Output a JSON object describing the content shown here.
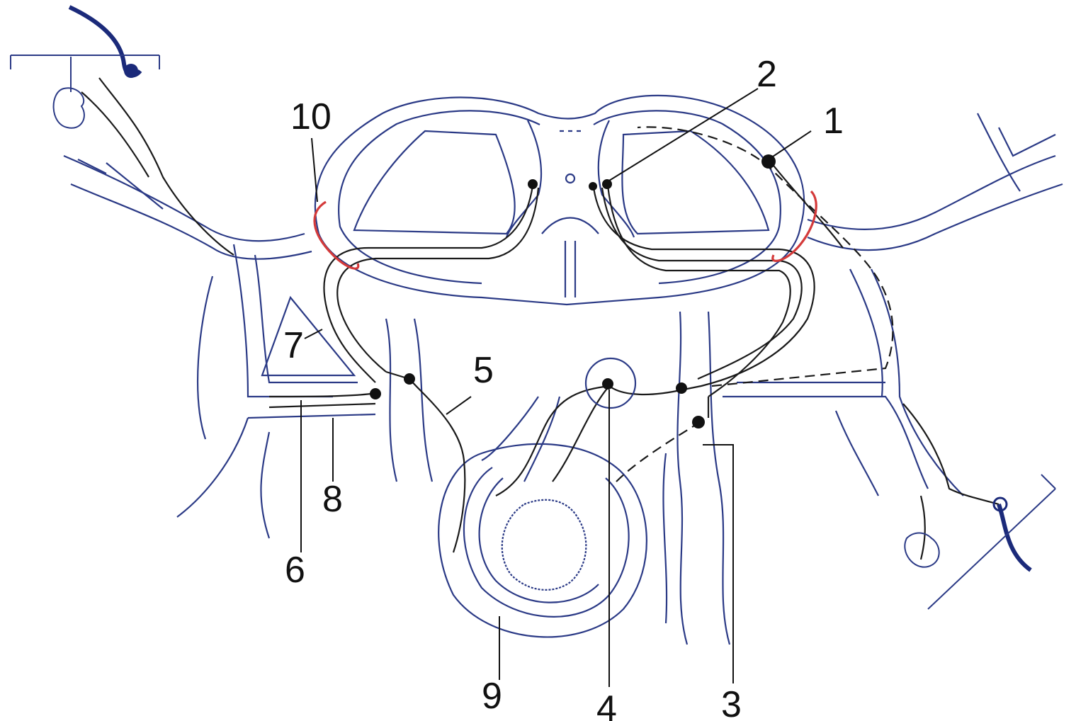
{
  "colors": {
    "outline": "#2b3a86",
    "nerve": "#1a1a1a",
    "highlight": "#d43a3a",
    "cell_body": "#111111"
  },
  "labels": {
    "l1": "1",
    "l2": "2",
    "l3": "3",
    "l4": "4",
    "l5": "5",
    "l6": "6",
    "l7": "7",
    "l8": "8",
    "l9": "9",
    "l10": "10"
  }
}
